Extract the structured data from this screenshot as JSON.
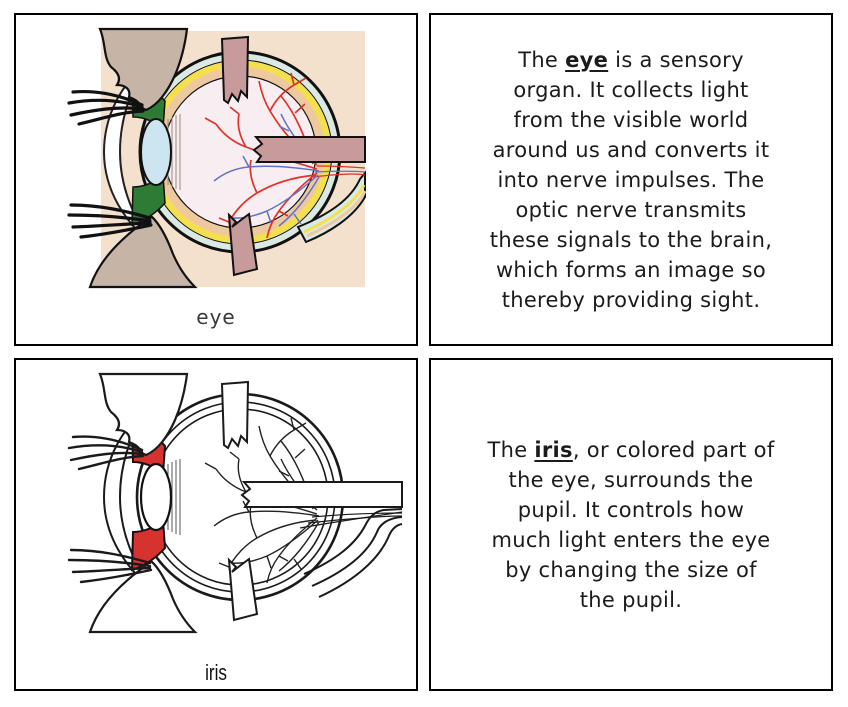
{
  "colors": {
    "card_border": "#000000",
    "body_text": "#1b1b1b",
    "eye_label_text": "#3a3a3a",
    "iris_label_text": "#101010",
    "illustration": {
      "background_peach": "#f4e1cd",
      "skin_tan": "#c6b5a7",
      "sclera_ring_blue": "#dbe9e4",
      "yellow_ring": "#f4e04f",
      "choroid_ring_orange": "#eec9a0",
      "interior_pink": "#f8edf1",
      "muscle_mauve": "#c79a9b",
      "ciliary_green": "#2e7b36",
      "lens_blue": "#cde5f0",
      "vessel_red": "#e03128",
      "vessel_blue": "#6272c3",
      "iris_highlight_red": "#d63230",
      "outline_black": "#111111"
    }
  },
  "cards": [
    {
      "type": "picture",
      "label": "eye",
      "alt": "colored cross-section diagram of the human eye"
    },
    {
      "type": "text",
      "pre": "The ",
      "term": "eye",
      "post": " is a sensory\norgan. It collects light\nfrom the visible world\naround us and converts it\ninto nerve impulses. The\noptic nerve transmits\nthese signals to the brain,\nwhich forms an image so\nthereby providing sight."
    },
    {
      "type": "picture",
      "label": "iris",
      "alt": "black-and-white cross-section diagram of the eye with the iris highlighted in red"
    },
    {
      "type": "text",
      "pre": "The ",
      "term": "iris",
      "post": ", or colored part of\nthe eye, surrounds the\npupil. It controls how\nmuch light enters the eye\nby changing the size of\nthe pupil."
    }
  ]
}
